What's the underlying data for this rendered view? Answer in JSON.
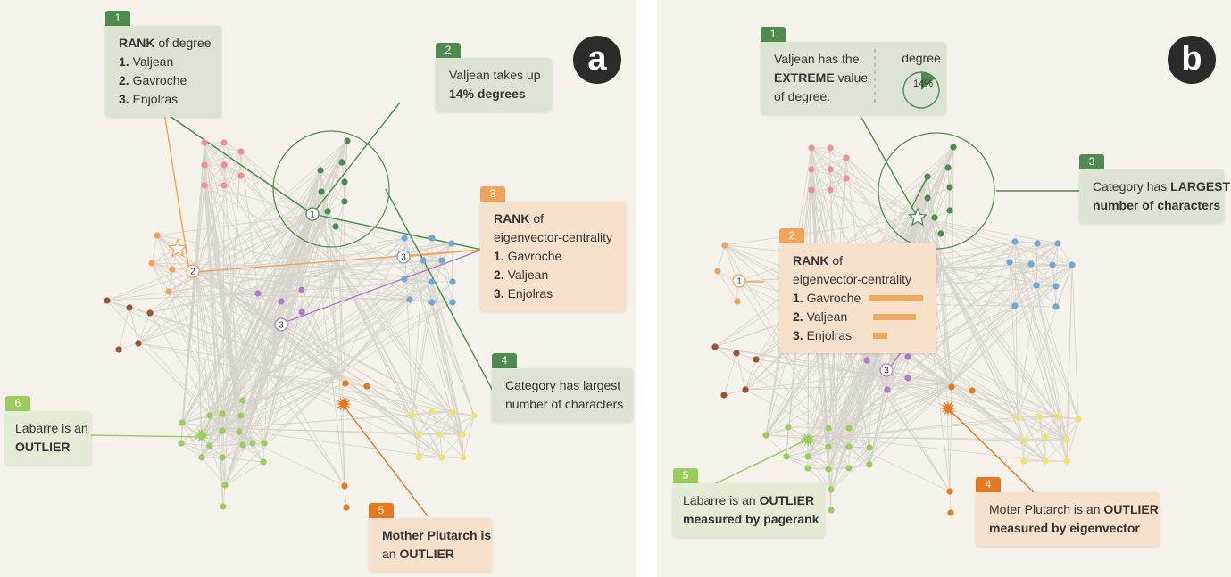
{
  "panel_a": {
    "badge": "a",
    "callouts": {
      "c1": {
        "num": "1",
        "lines": [
          [
            "RANK",
            " of degree"
          ],
          [
            "1.",
            " Valjean"
          ],
          [
            "2.",
            " Gavroche"
          ],
          [
            "3.",
            " Enjolras"
          ]
        ]
      },
      "c2": {
        "num": "2",
        "lines": [
          [
            "",
            "Valjean takes up"
          ],
          [
            "14% degrees",
            ""
          ]
        ]
      },
      "c3": {
        "num": "3",
        "lines": [
          [
            "RANK",
            " of"
          ],
          [
            "",
            "eigenvector-centrality"
          ],
          [
            "1.",
            " Gavroche"
          ],
          [
            "2.",
            " Valjean"
          ],
          [
            "3.",
            " Enjolras"
          ]
        ]
      },
      "c4": {
        "num": "4",
        "lines": [
          [
            "",
            "Category has largest"
          ],
          [
            "",
            "number of characters"
          ]
        ]
      },
      "c5": {
        "num": "5",
        "lines": [
          [
            "",
            "Mother Plutarch is"
          ],
          [
            "an ",
            "OUTLIER"
          ]
        ]
      },
      "c6": {
        "num": "6",
        "lines": [
          [
            "",
            "Labarre is an"
          ],
          [
            "OUTLIER",
            ""
          ]
        ]
      }
    },
    "node_labels": {
      "n1": "1",
      "n2": "2",
      "n3a": "3",
      "n3b": "3",
      "pie": "1"
    }
  },
  "panel_b": {
    "badge": "b",
    "callouts": {
      "c1": {
        "num": "1",
        "lines": [
          [
            "",
            "Valjean has the"
          ],
          [
            "EXTREME",
            " value"
          ],
          [
            "",
            "of degree."
          ]
        ],
        "degree_title": "degree",
        "degree_value": "14%"
      },
      "c2": {
        "num": "2",
        "title": [
          "RANK",
          " of"
        ],
        "subtitle": "eigenvector-centrality",
        "ranks": [
          {
            "label": [
              "1.",
              " Gavroche"
            ],
            "value": 1.0
          },
          {
            "label": [
              "2.",
              " Valjean"
            ],
            "value": 0.75
          },
          {
            "label": [
              "3.",
              " Enjolras"
            ],
            "value": 0.25
          }
        ]
      },
      "c3": {
        "num": "3",
        "lines": [
          [
            "Category has ",
            "LARGEST"
          ],
          [
            "",
            "number of characters"
          ]
        ]
      },
      "c4": {
        "num": "4",
        "lines": [
          [
            "Moter Plutarch is an ",
            "OUTLIER"
          ],
          [
            "",
            "measured by eigenvector"
          ]
        ]
      },
      "c5": {
        "num": "5",
        "lines": [
          [
            "Labarre is an ",
            "OUTLIER"
          ],
          [
            "",
            "measured by pagerank"
          ]
        ]
      }
    },
    "node_labels": {
      "n1": "1",
      "n2": "2",
      "n3": "3"
    }
  },
  "colors": {
    "green": "#4e8b4e",
    "orange": "#f0a45a",
    "dark_orange": "#e8781d",
    "lime": "#9ccb5e",
    "pink": "#ee8f94",
    "blue": "#6fa8d6",
    "purple": "#b07cc6",
    "brown": "#a0522d",
    "yellow": "#f0e46a",
    "edge": "#d6d3cd"
  }
}
